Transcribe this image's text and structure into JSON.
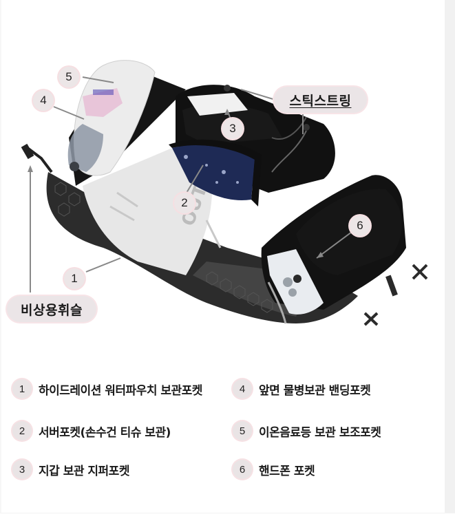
{
  "callouts": [
    {
      "number": "1",
      "target": "hydration-pouch-pocket"
    },
    {
      "number": "2",
      "target": "sub-pocket"
    },
    {
      "number": "3",
      "target": "wallet-zipper-pocket"
    },
    {
      "number": "4",
      "target": "front-bottle-band-pocket"
    },
    {
      "number": "5",
      "target": "drink-aux-pocket"
    },
    {
      "number": "6",
      "target": "phone-pocket"
    }
  ],
  "labels": {
    "stick_string": "스틱스트링",
    "emergency_whistle": "비상용휘슬"
  },
  "legend": [
    {
      "number": "1",
      "text": "하이드레이션 워터파우치 보관포켓"
    },
    {
      "number": "2",
      "text": "서버포켓(손수건 티슈 보관)"
    },
    {
      "number": "3",
      "text": "지갑 보관 지퍼포켓"
    },
    {
      "number": "4",
      "text": "앞면 물병보관 밴딩포켓"
    },
    {
      "number": "5",
      "text": "이온음료등 보관 보조포켓"
    },
    {
      "number": "6",
      "text": "핸드폰 포켓"
    }
  ],
  "colors": {
    "callout_bg": "#ece6e7",
    "callout_ring": "#f6dfe2",
    "vest_black": "#141414",
    "mesh_gray": "#3a3a3a",
    "bandana_navy": "#1e2a55"
  }
}
